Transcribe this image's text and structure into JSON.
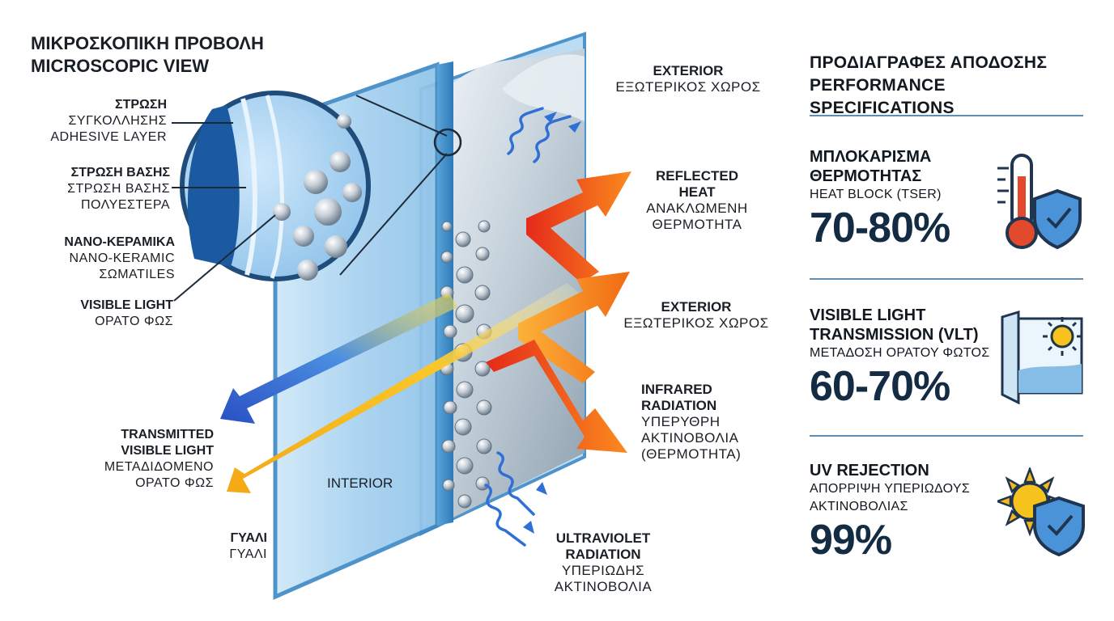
{
  "microscopic": {
    "title_el": "ΜΙΚΡΟΣΚΟΠΙΚΗ ΠΡΟΒΟΛΗ",
    "title_en": "MICROSCOPIC VIEW"
  },
  "labels": {
    "adhesive": {
      "l1": "ΣΤΡΩΣΗ",
      "l2": "ΣΥΓΚΟΛΛΗΣΗΣ",
      "l3": "ADHESIVE LAYER"
    },
    "base": {
      "l1": "ΣΤΡΩΣΗ ΒΑΣΗΣ",
      "l2": "ΣΤΡΩΣΗ ΒΑΣΗΣ",
      "l3": "ΠΟΛΥΕΣΤΕΡΑ"
    },
    "nano": {
      "l1": "NANO-KEPAMIKA",
      "l2": "NANO-KERAMIC",
      "l3": "ΣΩMATILES"
    },
    "visible": {
      "l1": "VISIBLE LIGHT",
      "l2": "ΟΡΑΤΟ ΦΩΣ"
    },
    "transmitted": {
      "l1": "TRANSMITTED",
      "l2": "VISIBLE LIGHT",
      "l3": "ΜΕΤΑΔΙΔΟΜΕΝΟ",
      "l4": "ΟΡΑΤΟ ΦΩΣ"
    },
    "interior": "INTERIOR",
    "glass": {
      "l1": "ΓΥΑΛΙ",
      "l2": "ΓΥΑΛΙ"
    },
    "exterior_top": {
      "l1": "EXTERIOR",
      "l2": "ΕΞΩΤΕΡΙΚΟΣ ΧΩΡΟΣ"
    },
    "reflected": {
      "l1": "REFLECTED",
      "l2": "HEAT",
      "l3": "ΑΝΑΚΛΩΜΕΝΗ",
      "l4": "ΘΕΡΜΟΤΗΤΑ"
    },
    "exterior_mid": {
      "l1": "EXTERIOR",
      "l2": "ΕΞΩΤΕΡΙΚΟΣ ΧΩΡΟΣ"
    },
    "infrared": {
      "l1": "INFRARED",
      "l2": "RADIATION",
      "l3": "ΥΠΕΡΥΘΡΗ",
      "l4": "ΑΚΤΙΝΟΒΟΛΙΑ",
      "l5": "(ΘΕΡΜΟΤΗΤΑ)"
    },
    "ultraviolet": {
      "l1": "ULTRAVIOLET",
      "l2": "RADIATION",
      "l3": "ΥΠΕΡΙΩΔΗΣ",
      "l4": "ΑΚΤΙΝΟΒΟΛΙΑ"
    }
  },
  "specs": {
    "title_el": "ΠΡΟΔΙΑΓΡΑΦΕΣ ΑΠΟΔΟΣΗΣ",
    "title_en": "PERFORMANCE SPECIFICATIONS",
    "items": [
      {
        "t1": "ΜΠΛΟΚΑΡΙΣΜΑ",
        "t2": "ΘΕΡΜΟΤΗΤΑΣ",
        "sub": "HEAT BLOCK (TSER)",
        "value": "70-80%",
        "icon": "thermometer-shield-icon"
      },
      {
        "t1": "VISIBLE LIGHT",
        "t2": "TRANSMISSION (VLT)",
        "sub": "ΜΕΤΑΔΟΣΗ ΟΡΑΤΟΥ ΦΩΤΟΣ",
        "value": "60-70%",
        "icon": "window-sun-icon"
      },
      {
        "t1": "UV REJECTION",
        "t2": "",
        "sub": "ΑΠΟΡΡΙΨΗ ΥΠΕΡΙΩΔΟΥΣ",
        "sub2": "ΑΚΤΙΝΟΒΟΛΙΑΣ",
        "value": "99%",
        "icon": "sun-shield-icon"
      }
    ]
  },
  "colors": {
    "accent": "#1a5a9c",
    "heat": "#f25a16",
    "light": "#f5b81d",
    "glass": "#a9d3f0",
    "rule": "#5d8fb4"
  }
}
